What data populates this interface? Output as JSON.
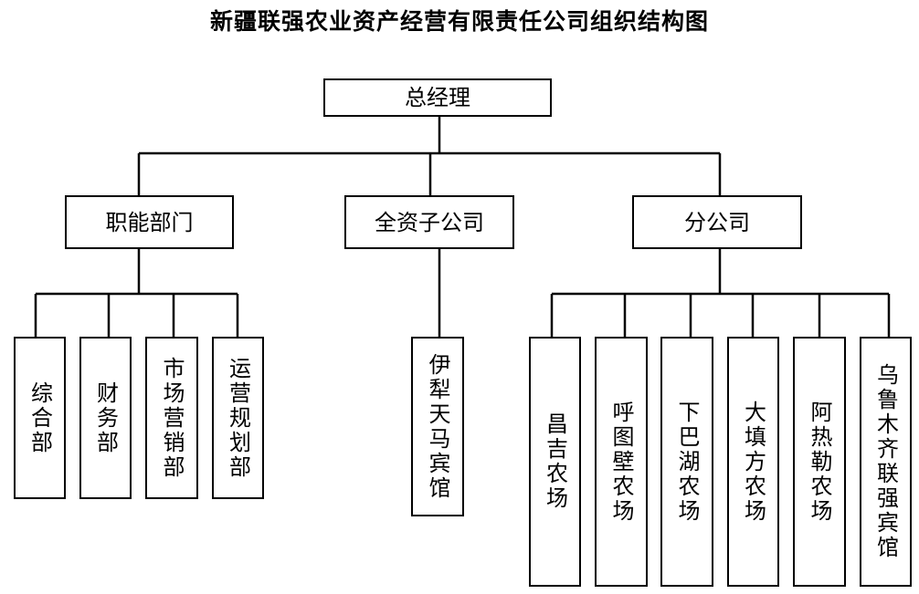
{
  "title": "新疆联强农业资产经营有限责任公司组织结构图",
  "root": "总经理",
  "level2": {
    "functional": "职能部门",
    "subsidiary": "全资子公司",
    "branch": "分公司"
  },
  "functional_depts": [
    "综合部",
    "财务部",
    "市场营销部",
    "运营规划部"
  ],
  "subsidiaries": [
    "伊犁天马宾馆"
  ],
  "branches": [
    "昌吉农场",
    "呼图壁农场",
    "下巴湖农场",
    "大填方农场",
    "阿热勒农场",
    "乌鲁木齐联强宾馆"
  ]
}
